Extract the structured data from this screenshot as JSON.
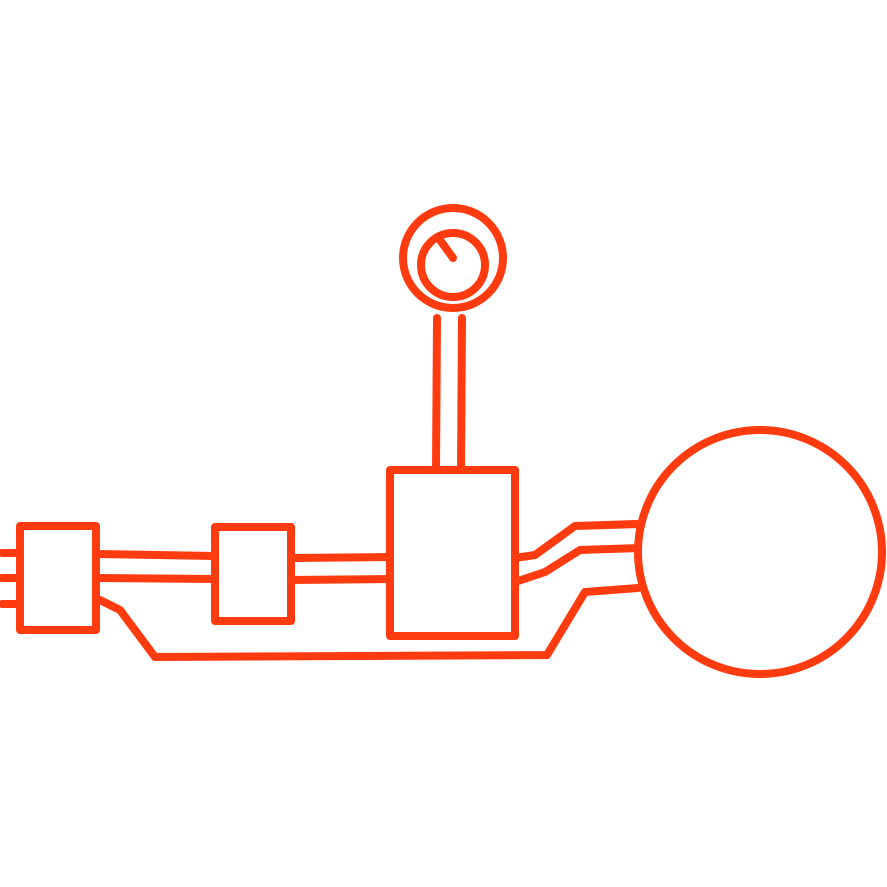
{
  "diagram": {
    "style": "hand-drawn line-art schematic",
    "colors": {
      "stroke": "#FF3B0F",
      "background": "#FFFFFF"
    },
    "components": [
      {
        "id": "input-connector-block",
        "shape": "rectangle",
        "icon": "plug-icon"
      },
      {
        "id": "intermediate-block",
        "shape": "rectangle"
      },
      {
        "id": "central-unit-block",
        "shape": "rectangle"
      },
      {
        "id": "gauge",
        "shape": "circle",
        "icon": "gauge-dial-icon"
      },
      {
        "id": "large-tank",
        "shape": "circle"
      }
    ],
    "connections": [
      {
        "from": "input-connector-block",
        "to": "intermediate-block",
        "type": "double-pipe"
      },
      {
        "from": "intermediate-block",
        "to": "central-unit-block",
        "type": "double-pipe"
      },
      {
        "from": "central-unit-block",
        "to": "large-tank",
        "type": "double-pipe"
      },
      {
        "from": "central-unit-block",
        "to": "gauge",
        "type": "double-pipe"
      },
      {
        "from": "input-connector-block",
        "to": "large-tank",
        "type": "single-line"
      }
    ]
  }
}
